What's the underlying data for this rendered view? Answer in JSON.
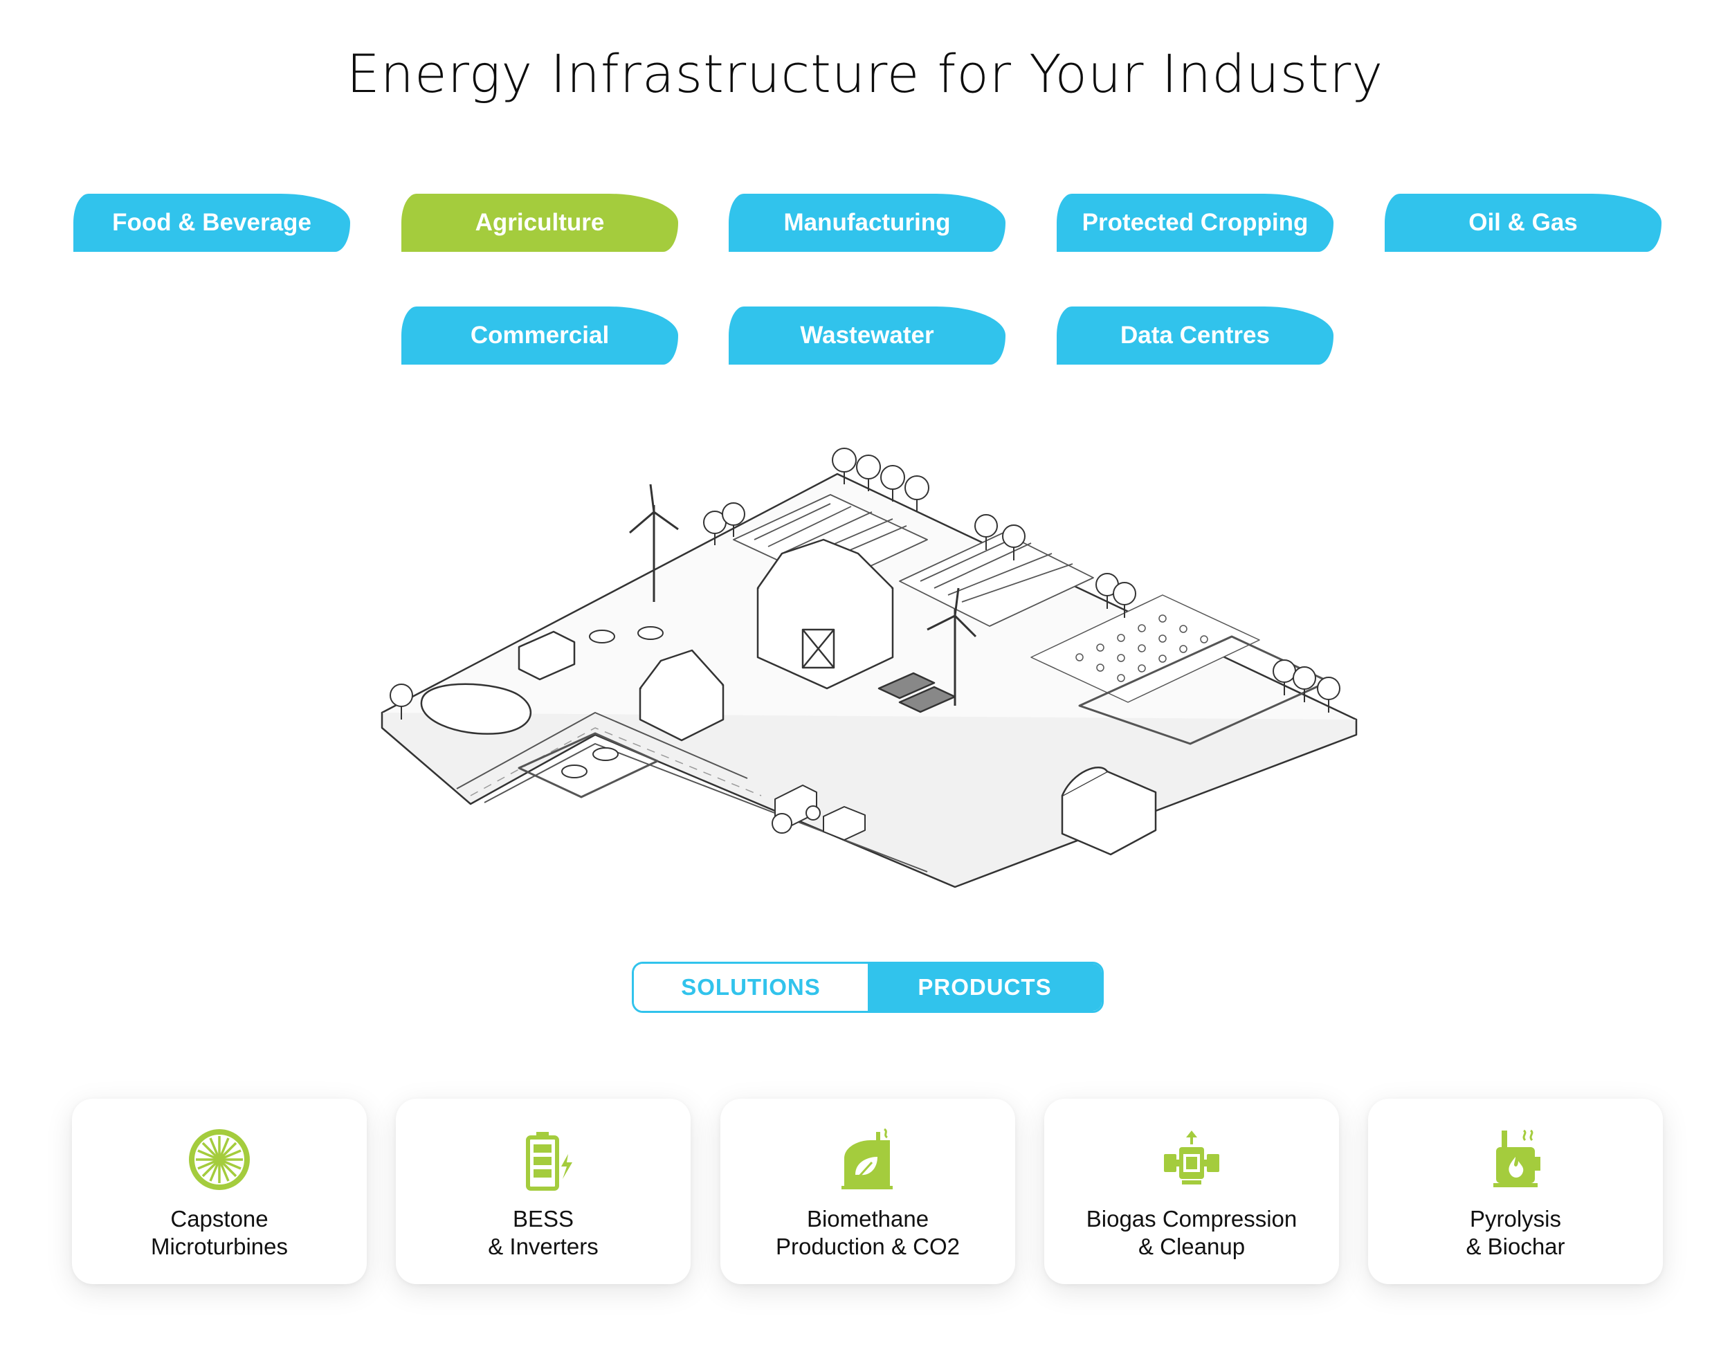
{
  "page": {
    "title": "Energy Infrastructure for Your Industry"
  },
  "colors": {
    "accent_blue": "#31c3ec",
    "accent_green": "#a4cc3d",
    "text": "#111111"
  },
  "industry_tabs": [
    {
      "label": "Food & Beverage",
      "active": false
    },
    {
      "label": "Agriculture",
      "active": true
    },
    {
      "label": "Manufacturing",
      "active": false
    },
    {
      "label": "Protected Cropping",
      "active": false
    },
    {
      "label": "Oil & Gas",
      "active": false
    },
    {
      "label": "Commercial",
      "active": false
    },
    {
      "label": "Wastewater",
      "active": false
    },
    {
      "label": "Data Centres",
      "active": false
    }
  ],
  "view_toggle": {
    "solutions_label": "SOLUTIONS",
    "products_label": "PRODUCTS",
    "selected": "PRODUCTS"
  },
  "products": [
    {
      "line1": "Capstone",
      "line2": "Microturbines",
      "icon": "turbine-icon"
    },
    {
      "line1": "BESS",
      "line2": "& Inverters",
      "icon": "battery-icon"
    },
    {
      "line1": "Biomethane",
      "line2": "Production & CO2",
      "icon": "biomethane-tank-icon"
    },
    {
      "line1": "Biogas Compression",
      "line2": "& Cleanup",
      "icon": "compressor-icon"
    },
    {
      "line1": "Pyrolysis",
      "line2": "& Biochar",
      "icon": "pyrolysis-icon"
    }
  ]
}
